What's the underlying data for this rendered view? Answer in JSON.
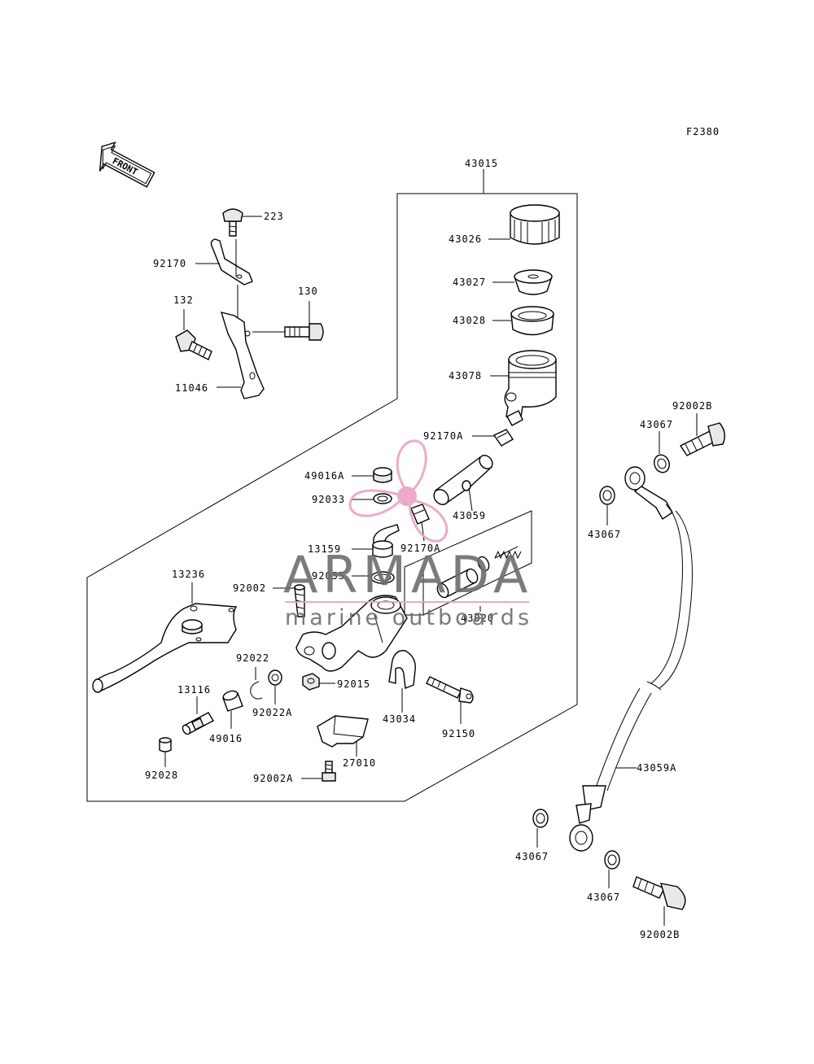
{
  "figure_code": "F2380",
  "front_indicator": "FRONT",
  "watermark": {
    "brand": "ARMADA",
    "tagline": "marine outboards",
    "brand_color": "#555555",
    "accent_color": "#e9a3c4"
  },
  "labels": {
    "l43015": "43015",
    "l43026": "43026",
    "l43027": "43027",
    "l43028": "43028",
    "l43078": "43078",
    "l92170A_top": "92170A",
    "l49016A": "49016A",
    "l92033": "92033",
    "l43059": "43059",
    "l92170A_mid": "92170A",
    "l13159": "13159",
    "l92055": "92055",
    "l92002": "92002",
    "l43020": "43020",
    "l223": "223",
    "l92170": "92170",
    "l130": "130",
    "l132": "132",
    "l11046": "11046",
    "l13236": "13236",
    "l92022": "92022",
    "l92022A": "92022A",
    "l92015": "92015",
    "l13116": "13116",
    "l49016": "49016",
    "l43034": "43034",
    "l92150": "92150",
    "l27010": "27010",
    "l92028": "92028",
    "l92002A": "92002A",
    "l92002B_top": "92002B",
    "l43067_a": "43067",
    "l43067_b": "43067",
    "l43059A": "43059A",
    "l43067_c": "43067",
    "l43067_d": "43067",
    "l92002B_bot": "92002B"
  }
}
